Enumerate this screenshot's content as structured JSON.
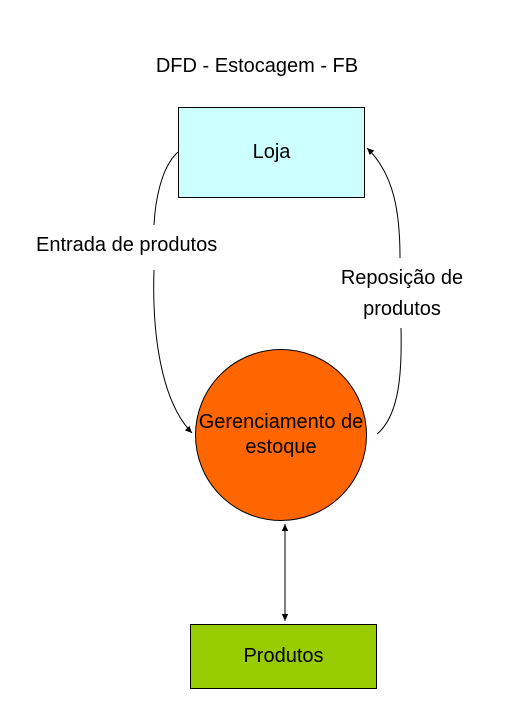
{
  "title": "DFD - Estocagem - FB",
  "nodes": {
    "store": {
      "label": "Loja",
      "fill": "#ccffff"
    },
    "process": {
      "label": "Gerenciamento de estoque",
      "fill": "#ff6600"
    },
    "products": {
      "label": "Produtos",
      "fill": "#99cc00"
    }
  },
  "flows": {
    "entrada": {
      "label": "Entrada de produtos"
    },
    "reposicao": {
      "line1": "Reposição de",
      "line2": "produtos"
    }
  },
  "colors": {
    "line": "#000000"
  }
}
